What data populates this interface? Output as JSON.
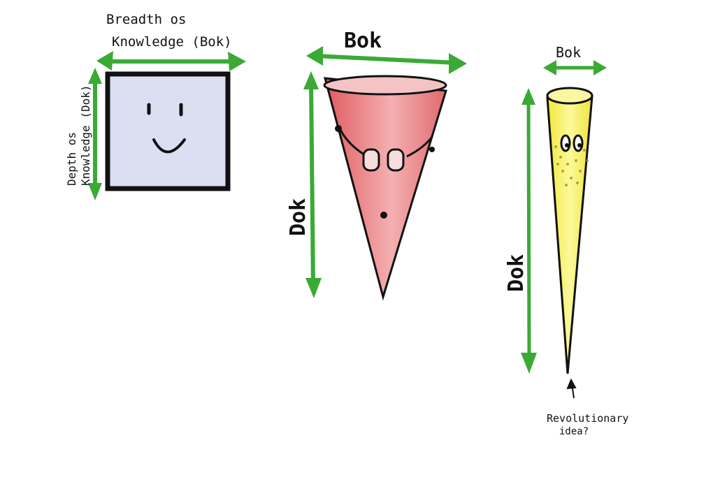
{
  "labels": {
    "square_top_line1": "Breadth os",
    "square_top_line2": "Knowledge (Bok)",
    "square_side_line1": "Depth os",
    "square_side_line2": "Knowledge (Dok)",
    "cone_bok": "Bok",
    "cone_dok": "Dok",
    "narrow_bok": "Bok",
    "narrow_dok": "Dok",
    "annotation_line1": "Revolutionary",
    "annotation_line2": "idea?"
  },
  "colors": {
    "arrow": "#3aaa35",
    "square_fill": "#dcdff2",
    "cone_fill": "#e8787a",
    "narrow_fill": "#f7f35e",
    "outline": "#111111"
  }
}
